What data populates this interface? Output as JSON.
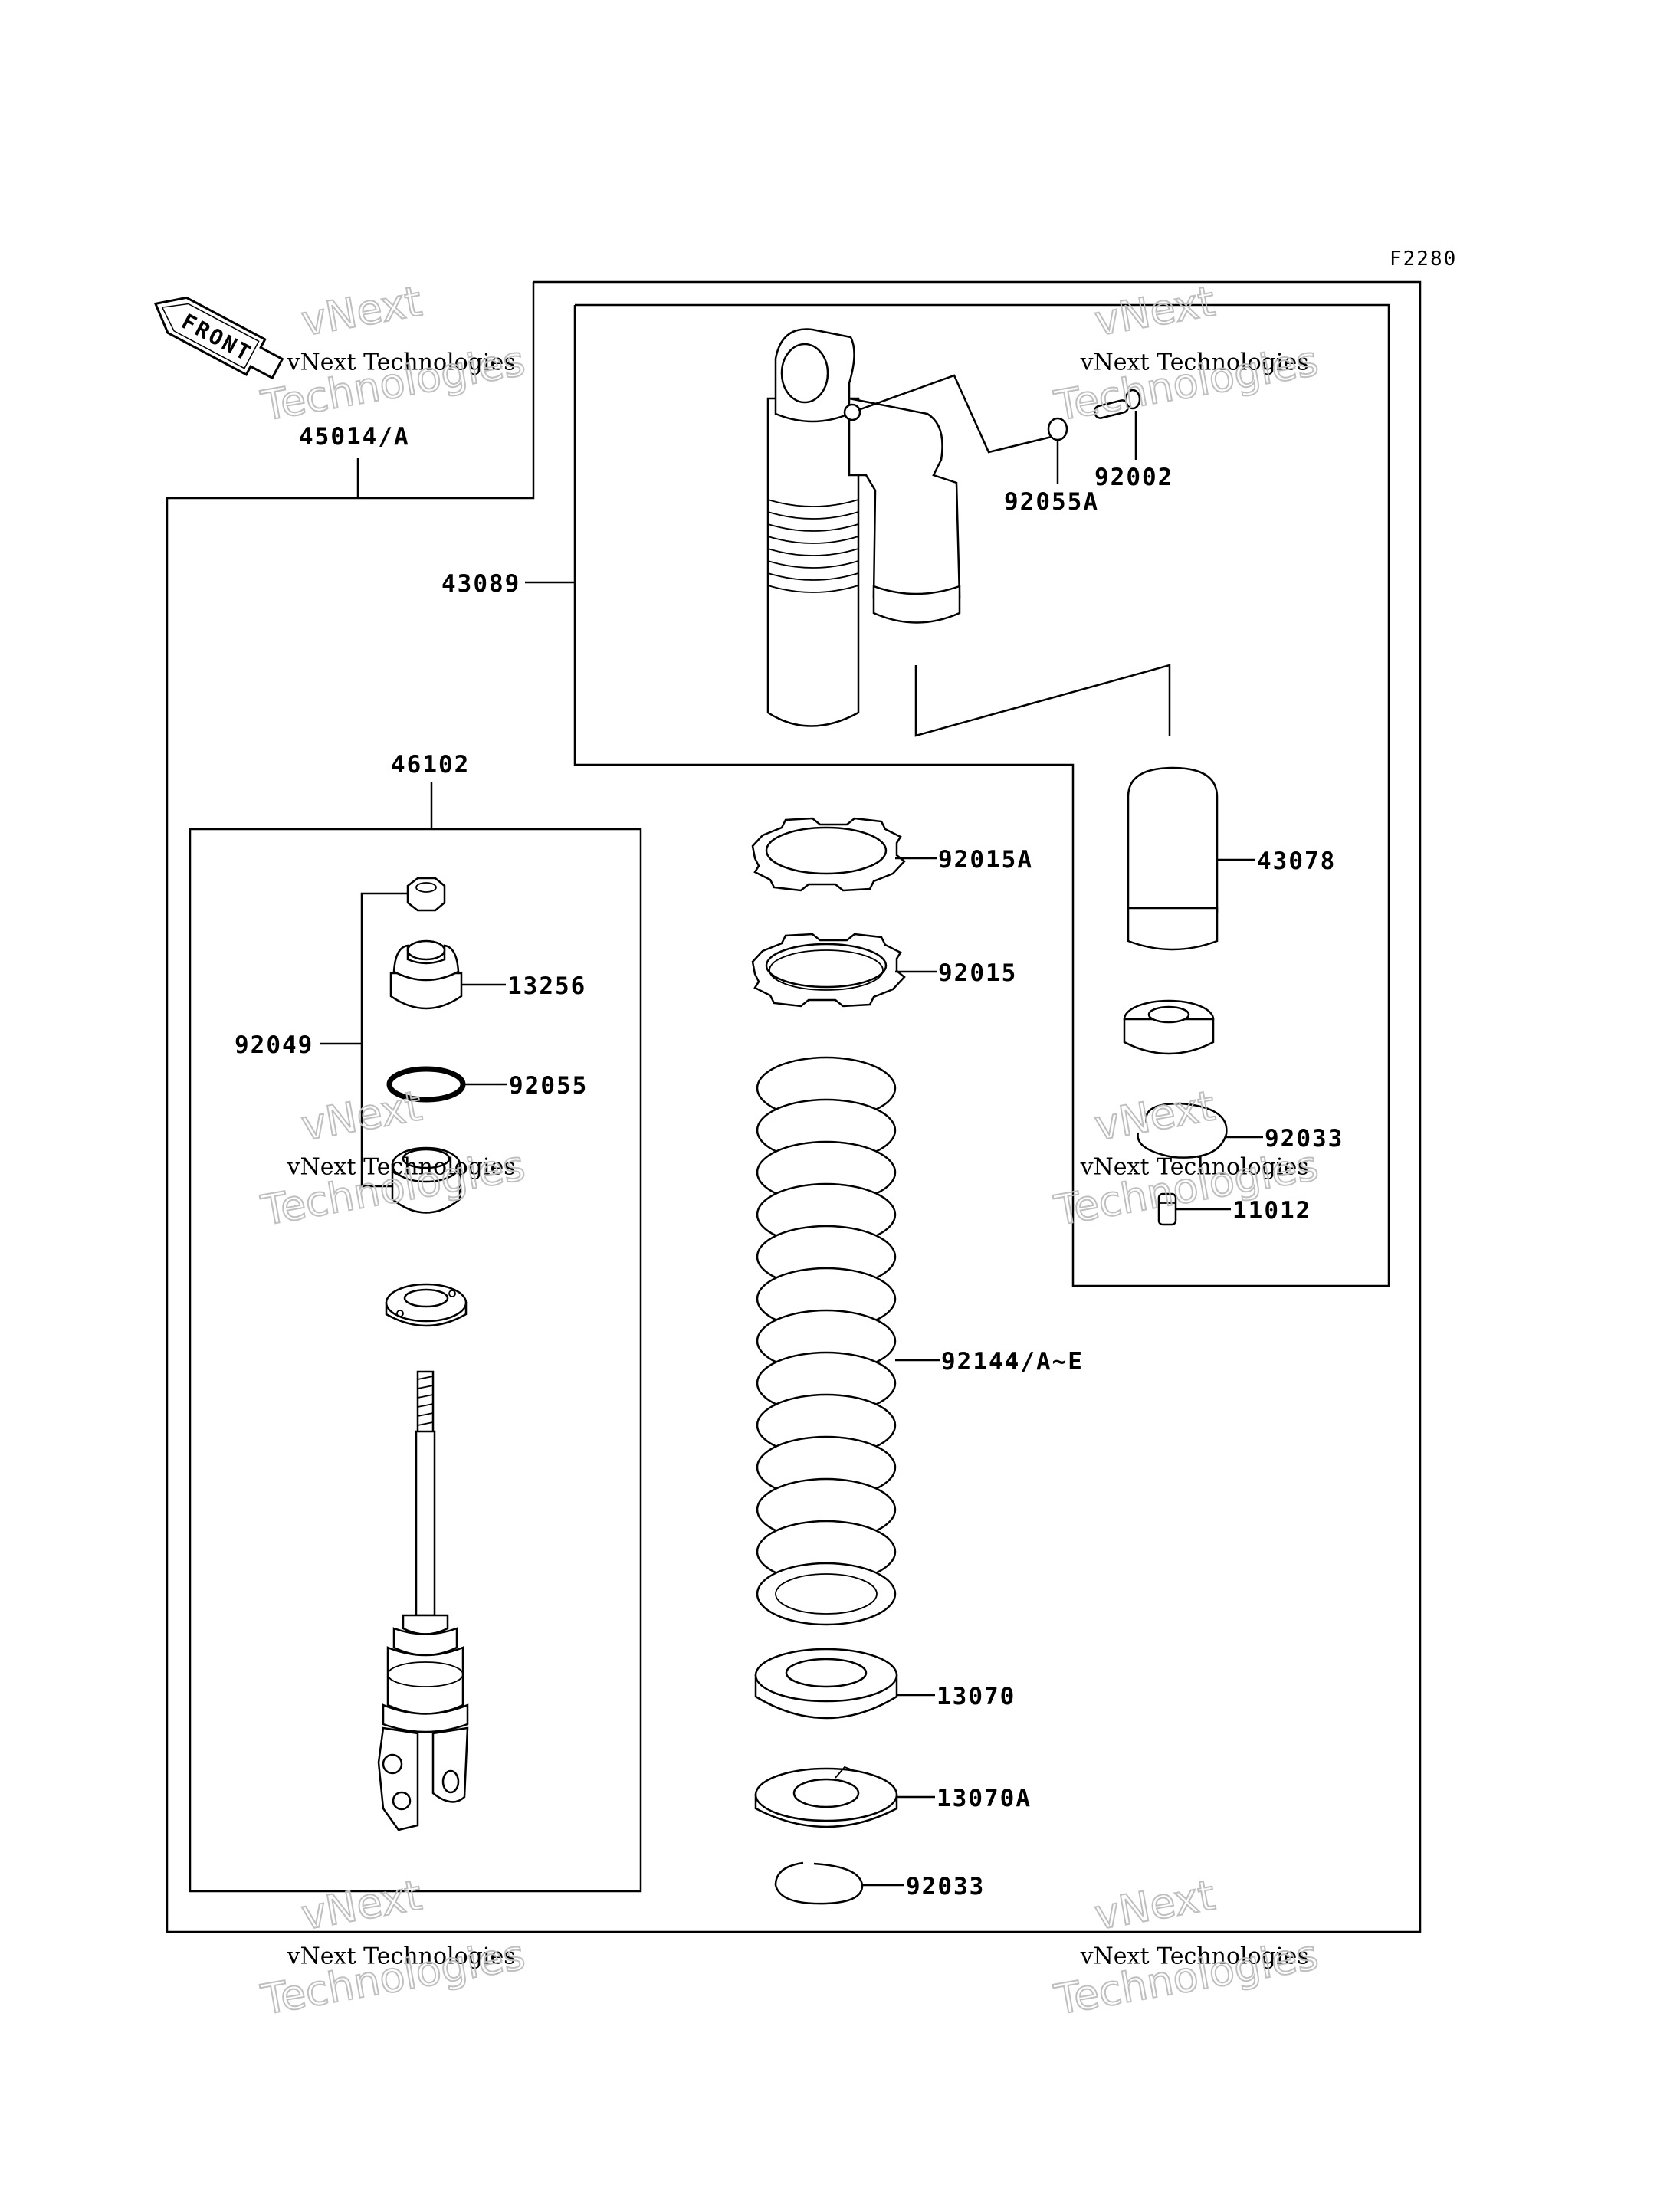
{
  "drawing_code": "F2280",
  "front_arrow_label": "FRONT",
  "watermark": {
    "line1": "vNext Technologies",
    "line2": "vNext",
    "line3": "Technologies"
  },
  "labels": {
    "p45014": "45014/A",
    "p43089": "43089",
    "p92055A": "92055A",
    "p92002": "92002",
    "p46102": "46102",
    "p92015A": "92015A",
    "p92015": "92015",
    "p43078": "43078",
    "p13256": "13256",
    "p92049": "92049",
    "p92055": "92055",
    "p92033_top": "92033",
    "p11012": "11012",
    "p92144": "92144/A~E",
    "p13070": "13070",
    "p13070A": "13070A",
    "p92033_bottom": "92033"
  }
}
